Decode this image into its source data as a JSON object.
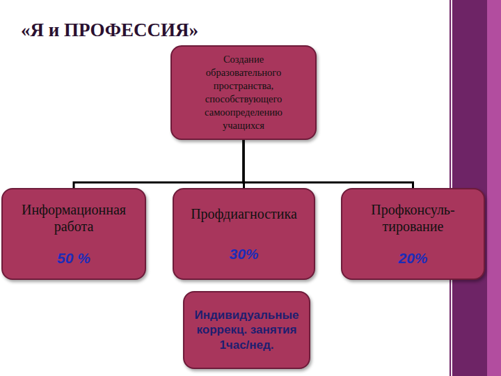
{
  "diagram": {
    "title": "«Я и ПРОФЕССИЯ»",
    "nodes": [
      {
        "text": [
          "Создание образовательного пространства, способствующего самоопределению учащихся"
        ]
      },
      {
        "text": [
          "Информационная работа",
          "50 %"
        ]
      },
      {
        "text": [
          "Профдиагностика",
          "30%"
        ]
      },
      {
        "text": [
          "Профконсуль- тирование",
          "20%"
        ]
      },
      {
        "text": [
          "Индивидуальные коррекц. занятия 1час/нед."
        ]
      }
    ],
    "edges": [
      {
        "from": 0,
        "to": 1,
        "arrow": "none"
      },
      {
        "from": 0,
        "to": 2,
        "arrow": "none"
      },
      {
        "from": 0,
        "to": 3,
        "arrow": "none"
      }
    ]
  }
}
